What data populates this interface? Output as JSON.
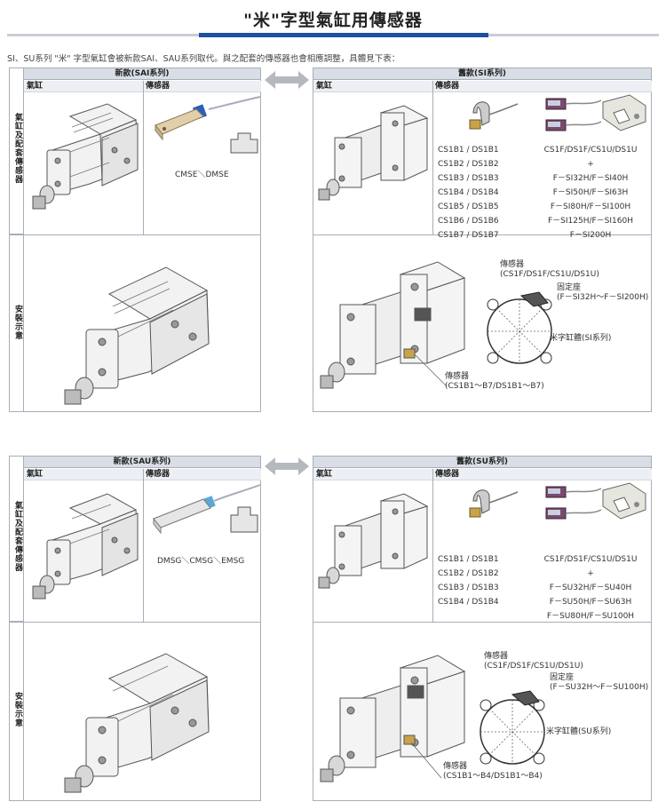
{
  "title": "\"米\"字型氣缸用傳感器",
  "intro": "SI、SU系列 \"米\" 字型氣缸會被新款SAI、SAU系列取代。與之配套的傳感器也會相應調整，具體見下表：",
  "side_labels": {
    "cylinder_sensor": "氣缸及配套傳感器",
    "install": "安裝示意"
  },
  "labels": {
    "cylinder": "氣缸",
    "sensor": "傳感器"
  },
  "section1": {
    "new_header": "新款(SAI系列)",
    "old_header": "舊款(SI系列)",
    "new_sensor_model": "CMSE＼DMSE",
    "old_sensors_left": [
      "CS1B1 / DS1B1",
      "CS1B2 / DS1B2",
      "CS1B3 / DS1B3",
      "CS1B4 / DS1B4",
      "CS1B5 / DS1B5",
      "CS1B6 / DS1B6",
      "CS1B7 / DS1B7"
    ],
    "old_sensors_right": [
      "CS1F/DS1F/CS1U/DS1U",
      "+",
      "F－SI32H/F－SI40H",
      "F－SI50H/F－SI63H",
      "F－SI80H/F－SI100H",
      "F－SI125H/F－SI160H",
      "F－SI200H"
    ],
    "callouts": {
      "sensor_label": "傳感器",
      "sensor_models": "(CS1F/DS1F/CS1U/DS1U)",
      "mount_label": "固定座",
      "mount_models": "(F－SI32H～F－SI200H)",
      "cylinder_body": "米字缸體(SI系列)",
      "bottom_sensor": "傳感器",
      "bottom_models": "(CS1B1～B7/DS1B1～B7)"
    }
  },
  "section2": {
    "new_header": "新款(SAU系列)",
    "old_header": "舊款(SU系列)",
    "new_sensor_model": "DMSG＼CMSG＼EMSG",
    "old_sensors_left": [
      "CS1B1 / DS1B1",
      "CS1B2 / DS1B2",
      "CS1B3 / DS1B3",
      "CS1B4 / DS1B4"
    ],
    "old_sensors_right": [
      "CS1F/DS1F/CS1U/DS1U",
      "+",
      "F－SU32H/F－SU40H",
      "F－SU50H/F－SU63H",
      "F－SU80H/F－SU100H"
    ],
    "callouts": {
      "sensor_label": "傳感器",
      "sensor_models": "(CS1F/DS1F/CS1U/DS1U)",
      "mount_label": "固定座",
      "mount_models": "(F－SU32H～F－SU100H)",
      "cylinder_body": "米字缸體(SU系列)",
      "bottom_sensor": "傳感器",
      "bottom_models": "(CS1B1～B4/DS1B1～B4)"
    }
  },
  "colors": {
    "accent": "#1f4fa0",
    "header_bg": "#d9dee6",
    "border": "#a7aeb8"
  }
}
